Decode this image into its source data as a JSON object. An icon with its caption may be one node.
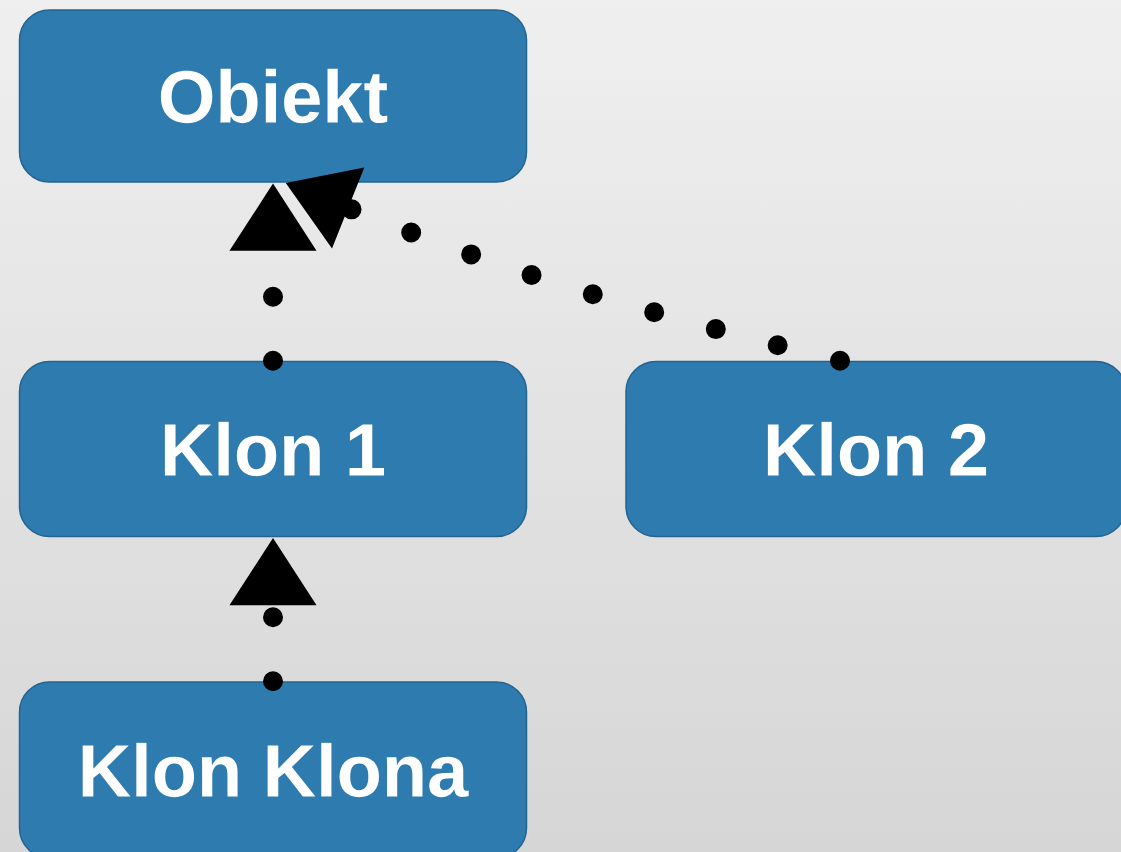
{
  "diagram": {
    "nodes": [
      {
        "text": [
          "Obiekt"
        ]
      },
      {
        "text": [
          "Klon 1"
        ]
      },
      {
        "text": [
          "Klon 2"
        ]
      },
      {
        "text": [
          "Klon Klona"
        ]
      }
    ],
    "edges": [
      {
        "from": 1,
        "to": 0,
        "arrow": "to"
      },
      {
        "from": 2,
        "to": 0,
        "arrow": "to"
      },
      {
        "from": 3,
        "to": 1,
        "arrow": "to"
      }
    ]
  }
}
